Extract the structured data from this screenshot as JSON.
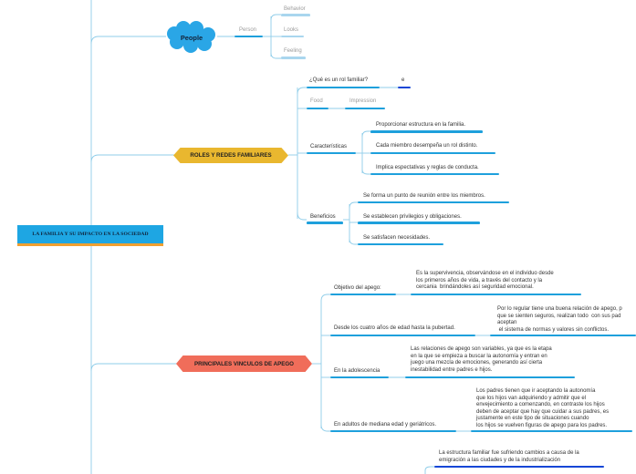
{
  "root": {
    "label": "LA FAMILIA Y SU IMPACTO EN LA SOCIEDAD"
  },
  "people": {
    "label": "People",
    "person": "Person",
    "behavior": "Behavior",
    "looks": "Looks",
    "feeling": "Feeling"
  },
  "roles": {
    "label": "ROLES Y REDES FAMILIARES",
    "que_es": "¿Qué es un rol familiar?",
    "que_es_child": "e",
    "food": "Food",
    "impression": "Impression",
    "caracteristicas": "Características",
    "car_items": [
      "Proporcionar estructura en la familia.",
      "Cada miembro desempeña un rol distinto.",
      "Implica espectativas y reglas de conducta."
    ],
    "beneficios": "Beneficios",
    "ben_items": [
      "Se forma un punto de reunión entre los miembros.",
      "Se establecen privilegios y obligaciones.",
      "Se satisfacen necesidades."
    ]
  },
  "vinculos": {
    "label": "PRINCIPALES VINCULOS DE APEGO",
    "objetivo": "Objetivo del  apego:",
    "objetivo_text": "Es la supervivencia, observándose en el individuo desde\nlos primeros años de vida, a través del contacto y la\ncercania  brindándoles así seguridad emocional.",
    "cuatro": "Desde los cuatro años de edad hasta la pubertad.",
    "cuatro_text": "Por lo regular tiene una buena relación de apego, p\nque se sienten seguros, realizan todo  con sus pad\naceptan\n el sistema de normas y valores sin conflictos.",
    "adolescencia": "En la adolescencia",
    "adolescencia_text": "Las relaciones de apego son variables, ya que es la etapa\nen la que se empieza a buscar la autonomía y entran en\njuego una mezcla de emociones, generando así cierta\ninestabilidad entre padres e hijos.",
    "adultos": "En adultos de mediana edad y geriátricos.",
    "adultos_text": "Los padres tienen que ir aceptando la autonomía\nque los hijos van adquiriendo y admitir que el\nenvejecimiento a comenzando, en contraste los hijos\ndeben de aceptar que hay que cuidar a sus padres, es\njustamente en este tipo de situaciones cuando\nlos hijos se vuelven figuras de apego para los padres."
  },
  "bottom": {
    "text": "La estructura familiar fue sufriendo cambios a causa de la\nemigración a las ciudades y de la industrialización"
  }
}
